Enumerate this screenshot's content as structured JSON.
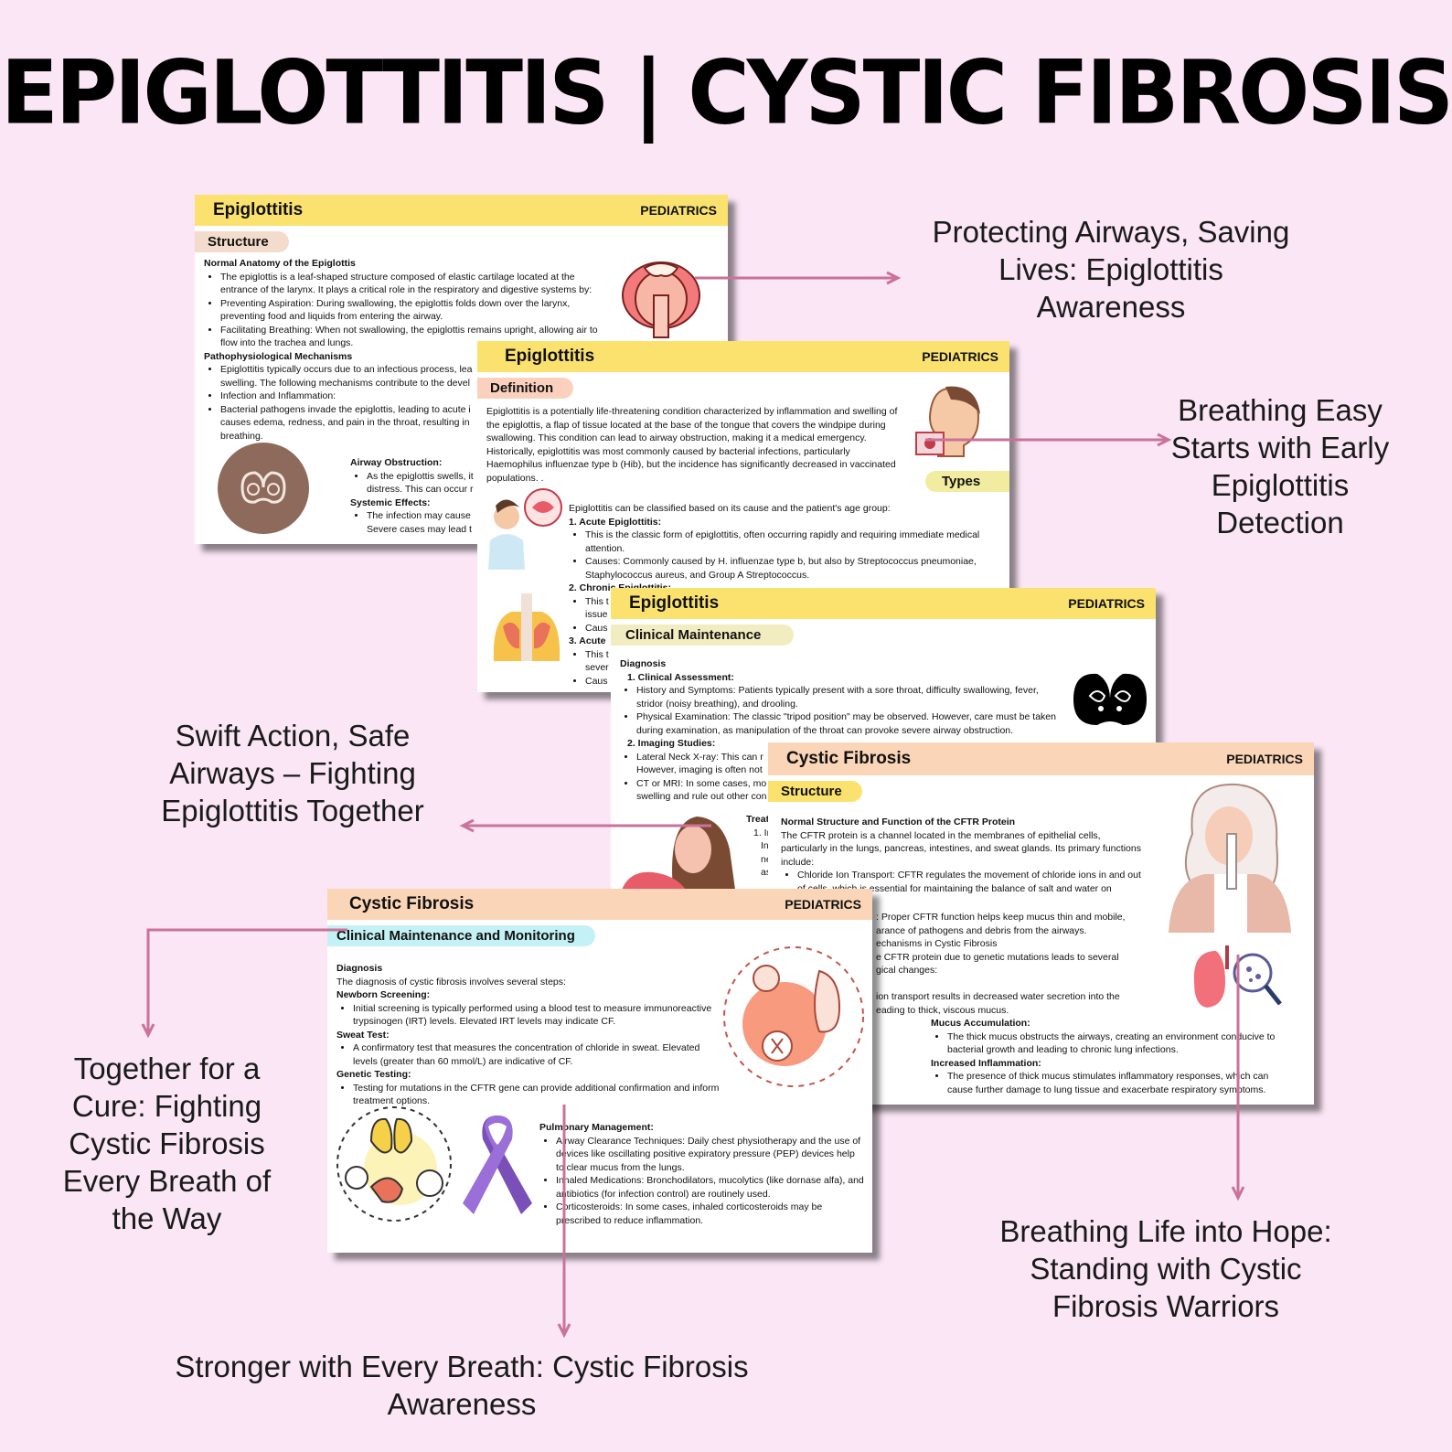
{
  "title": "EPIGLOTTITIS | CYSTIC FIBROSIS",
  "card1": {
    "name": "Epiglottitis",
    "tag": "PEDIATRICS",
    "pill": "Structure",
    "h1": "Normal Anatomy of the Epiglottis",
    "b1": "The epiglottis is a leaf-shaped structure composed of elastic cartilage located at the entrance of the larynx. It plays a critical role in the respiratory and digestive systems by:",
    "b2": "Preventing Aspiration: During swallowing, the epiglottis folds down over the larynx, preventing food and liquids from entering the airway.",
    "b3": "Facilitating Breathing: When not swallowing, the epiglottis remains upright, allowing air to flow into the trachea and lungs.",
    "h2": "Pathophysiological Mechanisms",
    "b4": "Epiglottitis typically occurs due to an infectious process, lea",
    "b4b": "swelling. The following mechanisms contribute to the devel",
    "b5": "Infection and Inflammation:",
    "b6": "Bacterial pathogens invade the epiglottis, leading to acute i",
    "b6b": "causes edema, redness, and pain in the throat, resulting in",
    "b6c": "breathing.",
    "h3": "Airway Obstruction:",
    "b7": "As the epiglottis swells, it",
    "b7b": "distress. This can occur r",
    "h4": "Systemic Effects:",
    "b8": "The infection may cause",
    "b8b": "Severe cases may lead t"
  },
  "card2": {
    "name": "Epiglottitis",
    "tag": "PEDIATRICS",
    "pill": "Definition",
    "pill2": "Types",
    "def": "Epiglottitis is a potentially life-threatening condition characterized by inflammation and swelling of the epiglottis, a flap of tissue located at the base of the tongue that covers the windpipe during swallowing. This condition can lead to airway obstruction, making it a medical emergency. Historically, epiglottitis was most commonly caused by bacterial infections, particularly Haemophilus influenzae type b (Hib), but the incidence has significantly decreased in vaccinated populations. .",
    "intro": "Epiglottitis can be classified based on its cause and the patient's age group:",
    "t1": "1. Acute Epiglottitis:",
    "t1a": "This is the classic form of epiglottitis, often occurring rapidly and requiring immediate medical attention.",
    "t1b": "Causes: Commonly caused by H. influenzae type b, but also by Streptococcus pneumoniae, Staphylococcus aureus, and Group A Streptococcus.",
    "t2": "2. Chronic Epiglottitis:",
    "t2a": "This t",
    "t2b": "issue",
    "t2c": "Caus",
    "t3": "3. Acute",
    "t3a": "This t",
    "t3b": "sever",
    "t3c": "Caus"
  },
  "card3": {
    "name": "Epiglottitis",
    "tag": "PEDIATRICS",
    "pill": "Clinical Maintenance",
    "h1": "Diagnosis",
    "h2": "1. Clinical Assessment:",
    "b1": "History and Symptoms: Patients typically present with a sore throat, difficulty swallowing, fever, stridor (noisy breathing), and drooling.",
    "b2": "Physical Examination: The classic \"tripod position\" may be observed. However, care must be taken during examination, as manipulation of the throat can provoke severe airway obstruction.",
    "h3": "2. Imaging Studies:",
    "b3": "Lateral Neck X-ray: This can r",
    "b3b": "However, imaging is often not",
    "b4": "CT or MRI: In some cases, mo",
    "b4b": "swelling and rule out other con",
    "h4": "Treat",
    "b5": "1. Im",
    "b6": "Int",
    "b6b": "ne",
    "b6c": "as"
  },
  "card4": {
    "name": "Cystic Fibrosis",
    "tag": "PEDIATRICS",
    "pill": "Structure",
    "h1": "Normal Structure and Function of the CFTR Protein",
    "p1": "The CFTR protein is a channel located in the membranes of epithelial cells, particularly in the lungs, pancreas, intestines, and sweat glands. Its primary functions include:",
    "b1": "Chloride Ion Transport: CFTR regulates the movement of chloride ions in and out of cells, which is essential for maintaining the balance of salt and water on",
    "l1": ": Proper CFTR function helps keep mucus thin and mobile,",
    "l2": "arance of pathogens and debris from the airways.",
    "l3": "echanisms in Cystic Fibrosis",
    "l4": "e CFTR protein due to genetic mutations leads to several",
    "l5": "gical changes:",
    "l6": "ion transport results in decreased water secretion into the",
    "l7": "eading to thick, viscous mucus.",
    "h2": "Mucus Accumulation:",
    "b2": "The thick mucus obstructs the airways, creating an environment conducive to bacterial growth and leading to chronic lung infections.",
    "h3": "Increased Inflammation:",
    "b3": "The presence of thick mucus stimulates inflammatory responses, which can cause further damage to lung tissue and exacerbate respiratory symptoms."
  },
  "card5": {
    "name": "Cystic Fibrosis",
    "tag": "PEDIATRICS",
    "pill": "Clinical Maintenance and Monitoring",
    "h1": "Diagnosis",
    "p1": "The diagnosis of cystic fibrosis involves several steps:",
    "h2": "Newborn Screening:",
    "b1": "Initial screening is typically performed using a blood test to measure immunoreactive trypsinogen (IRT) levels. Elevated IRT levels may indicate CF.",
    "h3": "Sweat Test:",
    "b2": "A confirmatory test that measures the concentration of chloride in sweat. Elevated levels (greater than 60 mmol/L) are indicative of CF.",
    "h4": "Genetic Testing:",
    "b3": "Testing for mutations in the CFTR gene can provide additional confirmation and inform treatment options.",
    "h5": "Pulmonary Management:",
    "b4": "Airway Clearance Techniques: Daily chest physiotherapy and the use of devices like oscillating positive expiratory pressure (PEP) devices help to clear mucus from the lungs.",
    "b5": "Inhaled Medications: Bronchodilators, mucolytics (like dornase alfa), and antibiotics (for infection control) are routinely used.",
    "b6": "Corticosteroids: In some cases, inhaled corticosteroids may be prescribed to reduce inflammation."
  },
  "captions": {
    "c1": "Protecting Airways, Saving Lives: Epiglottitis Awareness",
    "c2": "Breathing Easy Starts with Early Epiglottitis Detection",
    "c3": "Swift Action, Safe Airways – Fighting Epiglottitis Together",
    "c4": "Together for a Cure: Fighting Cystic Fibrosis Every Breath of the Way",
    "c5": "Breathing Life into Hope: Standing with Cystic Fibrosis Warriors",
    "c6": "Stronger with Every Breath: Cystic Fibrosis Awareness"
  },
  "colors": {
    "background": "#fbe6f6",
    "header_yellow": "#fbe26f",
    "header_peach": "#fbd5b8",
    "arrow": "#c9729a"
  }
}
